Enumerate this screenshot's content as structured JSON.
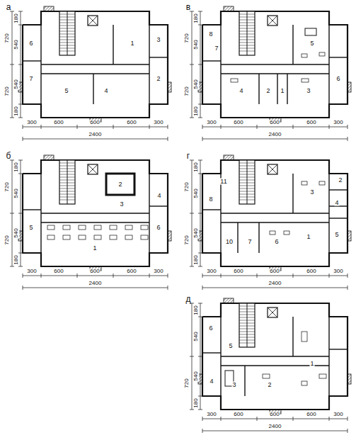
{
  "diagram": {
    "labels": [
      "а",
      "720",
      "720",
      "180",
      "540",
      "540",
      "180",
      "300",
      "600",
      "600",
      "600",
      "300",
      "2400",
      "6",
      "7",
      "5",
      "4",
      "1",
      "3",
      "2",
      "в",
      "720",
      "720",
      "180",
      "540",
      "540",
      "180",
      "300",
      "600",
      "600",
      "600",
      "300",
      "2400",
      "8",
      "7",
      "5",
      "4",
      "2",
      "1",
      "3",
      "6",
      "б",
      "720",
      "720",
      "180",
      "540",
      "540",
      "180",
      "300",
      "600",
      "600",
      "600",
      "300",
      "2400",
      "2",
      "3",
      "4",
      "5",
      "6",
      "1",
      "г",
      "720",
      "720",
      "180",
      "540",
      "540",
      "180",
      "300",
      "600",
      "600",
      "600",
      "300",
      "2400",
      "11",
      "8",
      "3",
      "2",
      "4",
      "5",
      "1",
      "6",
      "7",
      "10",
      "д",
      "720",
      "180",
      "540",
      "540",
      "180",
      "300",
      "600",
      "600",
      "600",
      "300",
      "2400",
      "6",
      "5",
      "4",
      "3",
      "2",
      "1"
    ]
  }
}
